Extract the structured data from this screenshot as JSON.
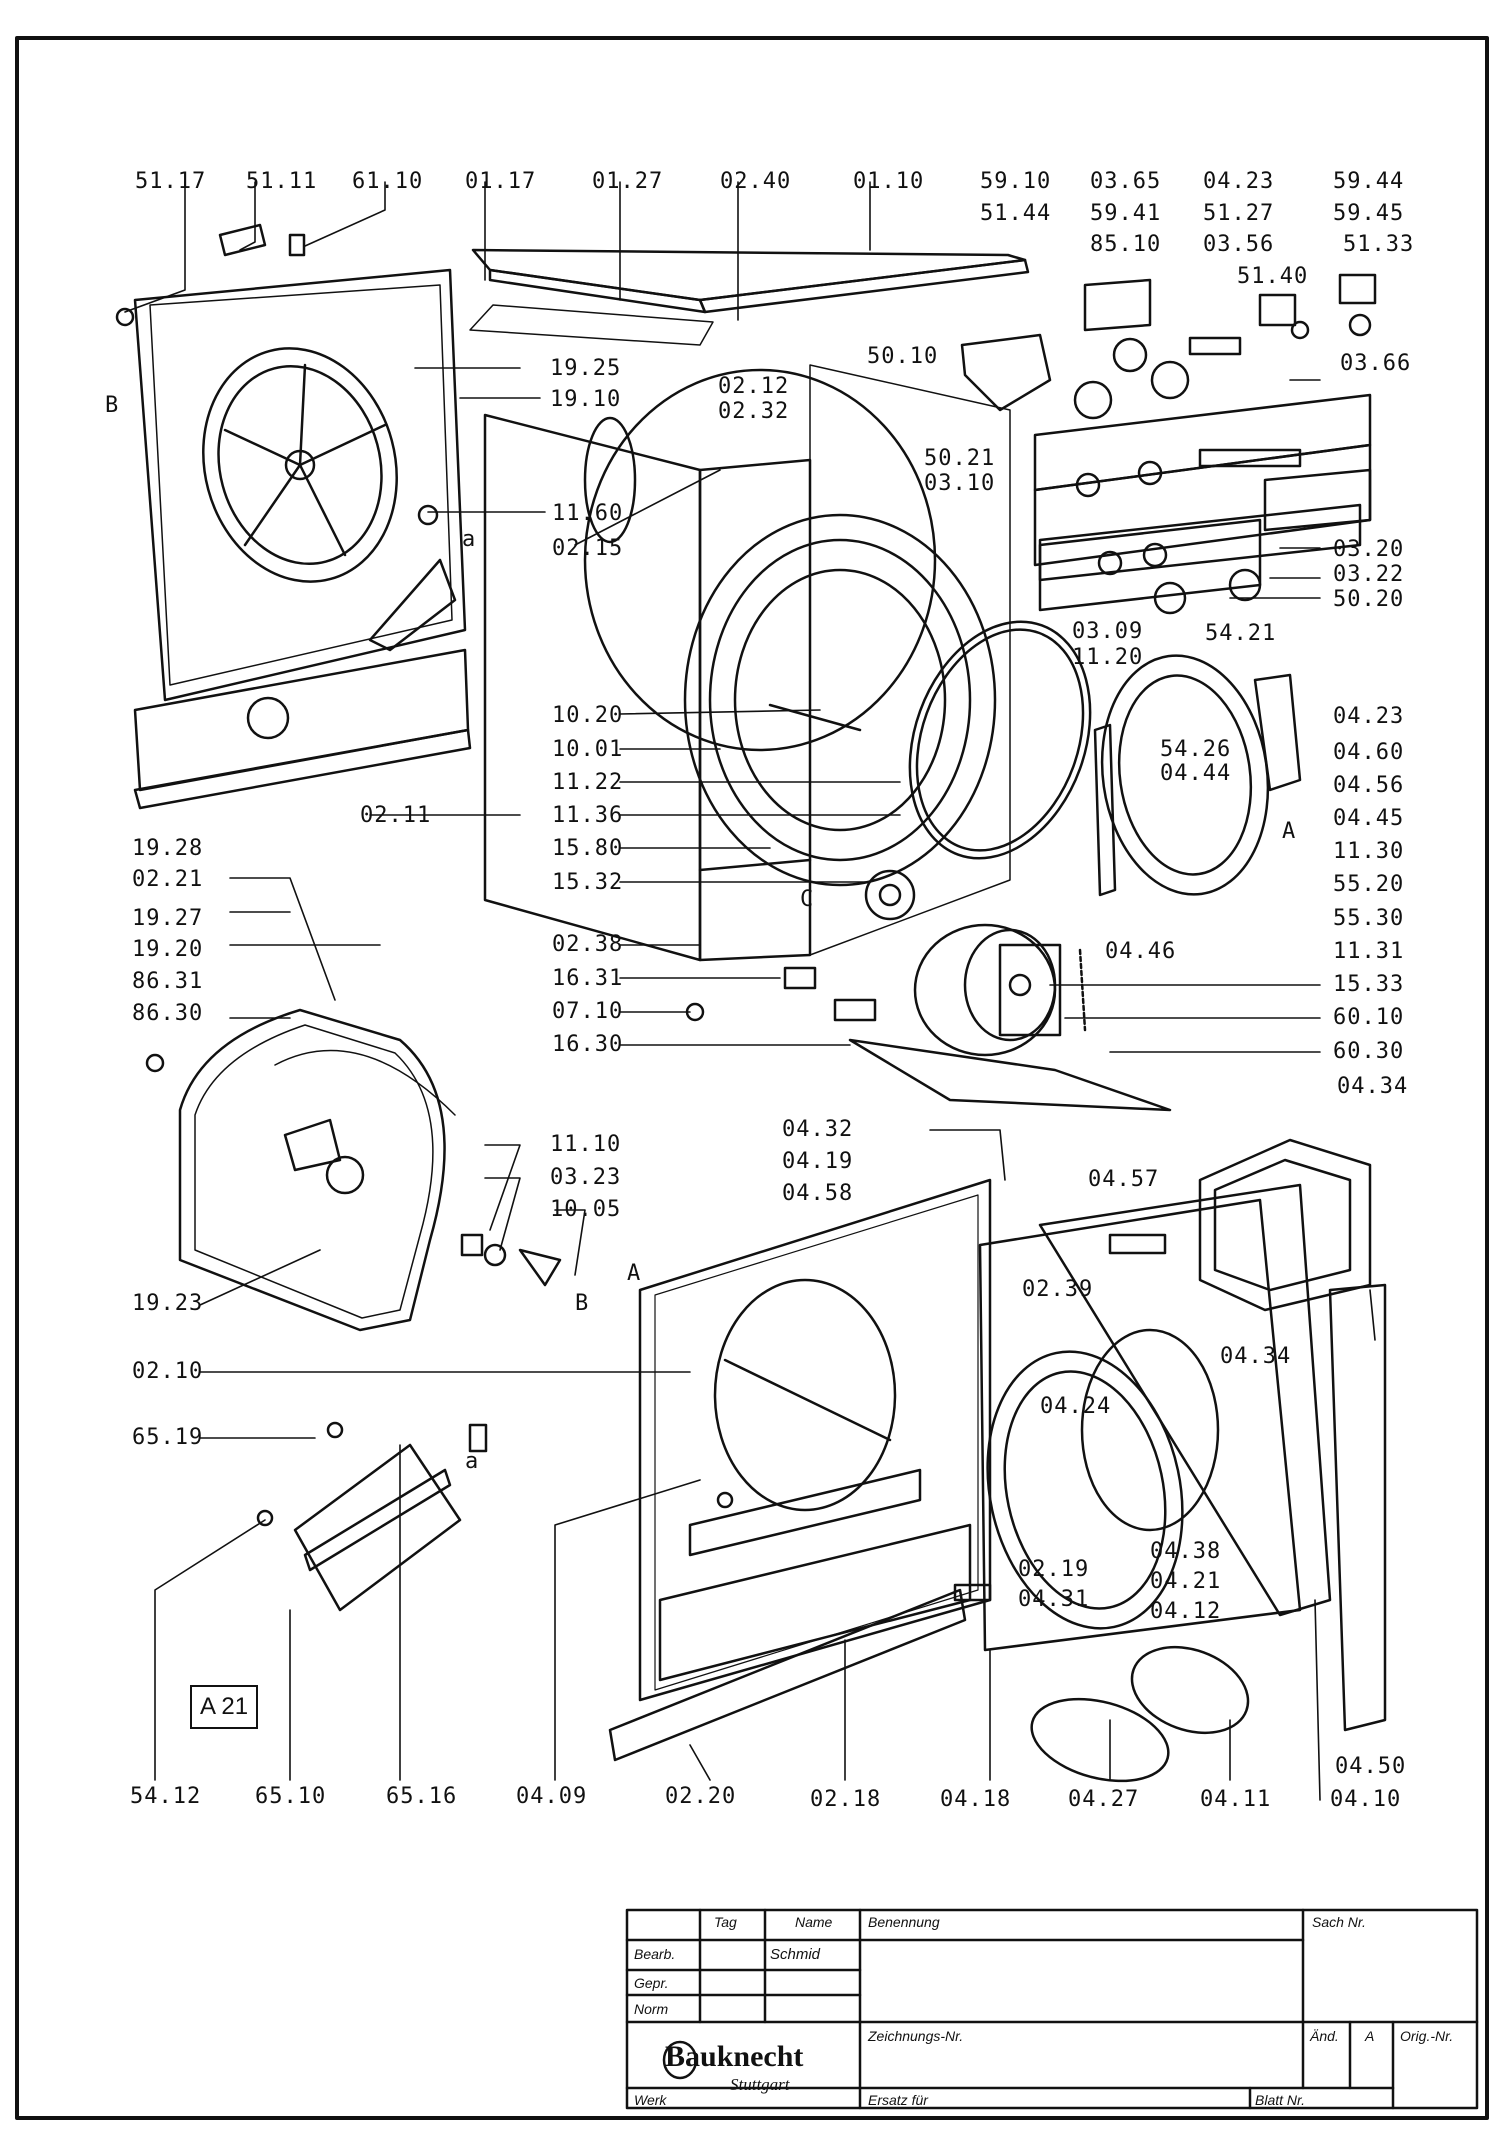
{
  "callouts": [
    "51.17",
    "51.11",
    "61.10",
    "01.17",
    "01.27",
    "02.40",
    "01.10",
    "59.10",
    "51.44",
    "03.65",
    "59.41",
    "85.10",
    "04.23",
    "51.27",
    "03.56",
    "51.40",
    "59.44",
    "59.45",
    "51.33",
    "19.25",
    "19.10",
    "B",
    "02.12",
    "02.32",
    "50.10",
    "03.66",
    "50.21",
    "03.10",
    "11.60",
    "a",
    "02.15",
    "03.20",
    "03.22",
    "50.20",
    "03.09",
    "54.21",
    "11.20",
    "04.23",
    "04.60",
    "54.26",
    "04.44",
    "04.56",
    "04.45",
    "A",
    "11.30",
    "10.20",
    "10.01",
    "11.22",
    "11.36",
    "02.11",
    "19.28",
    "02.21",
    "15.80",
    "15.32",
    "C",
    "55.20",
    "55.30",
    "11.31",
    "04.46",
    "19.27",
    "19.20",
    "86.31",
    "86.30",
    "02.38",
    "16.31",
    "07.10",
    "16.30",
    "15.33",
    "60.10",
    "60.30",
    "04.34",
    "04.32",
    "04.19",
    "04.58",
    "04.57",
    "11.10",
    "03.23",
    "10.05",
    "B",
    "19.23",
    "A",
    "02.39",
    "04.34",
    "02.10",
    "04.24",
    "65.19",
    "a",
    "04.38",
    "04.21",
    "04.12",
    "02.19",
    "04.31",
    "54.12",
    "65.10",
    "65.16",
    "04.09",
    "02.20",
    "02.18",
    "04.18",
    "04.27",
    "04.11",
    "04.50",
    "04.10"
  ],
  "sheet_box": "A 21",
  "title_block": {
    "tag": "Tag",
    "name": "Name",
    "benennung": "Benennung",
    "sach_nr": "Sach Nr.",
    "bearb": "Bearb.",
    "bearb_name": "Schmid",
    "gepr": "Gepr.",
    "norm": "Norm",
    "brand": "Bauknecht",
    "city": "Stuttgart",
    "werk": "Werk",
    "zeichnungs_nr": "Zeichnungs-Nr.",
    "aend": "Änd.",
    "aend_a": "A",
    "orig_nr": "Orig.-Nr.",
    "ersatz_fuer": "Ersatz für",
    "blatt_nr": "Blatt Nr."
  },
  "colors": {
    "ink": "#111111",
    "paper": "#ffffff"
  }
}
